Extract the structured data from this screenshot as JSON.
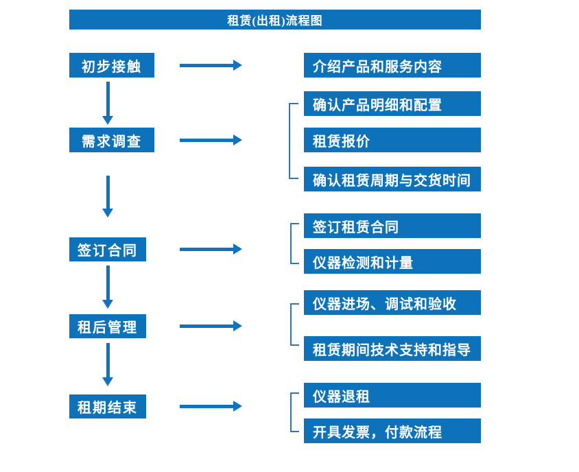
{
  "title": "租赁(出租)流程图",
  "colors": {
    "box_blue": "#0d72b9",
    "arrow_blue": "#1272bd",
    "bracket_blue": "#2e75b6",
    "text_white": "#ffffff",
    "background": "#ffffff"
  },
  "stages": [
    {
      "label": "初步接触",
      "details": [
        "介绍产品和服务内容"
      ]
    },
    {
      "label": "需求调查",
      "details": [
        "确认产品明细和配置",
        "租赁报价",
        "确认租赁周期与交货时间"
      ]
    },
    {
      "label": "签订合同",
      "details": [
        "签订租赁合同",
        "仪器检测和计量"
      ]
    },
    {
      "label": "租后管理",
      "details": [
        "仪器进场、调试和验收",
        "租赁期间技术支持和指导"
      ]
    },
    {
      "label": "租期结束",
      "details": [
        "仪器退租",
        "开具发票，付款流程"
      ]
    }
  ]
}
